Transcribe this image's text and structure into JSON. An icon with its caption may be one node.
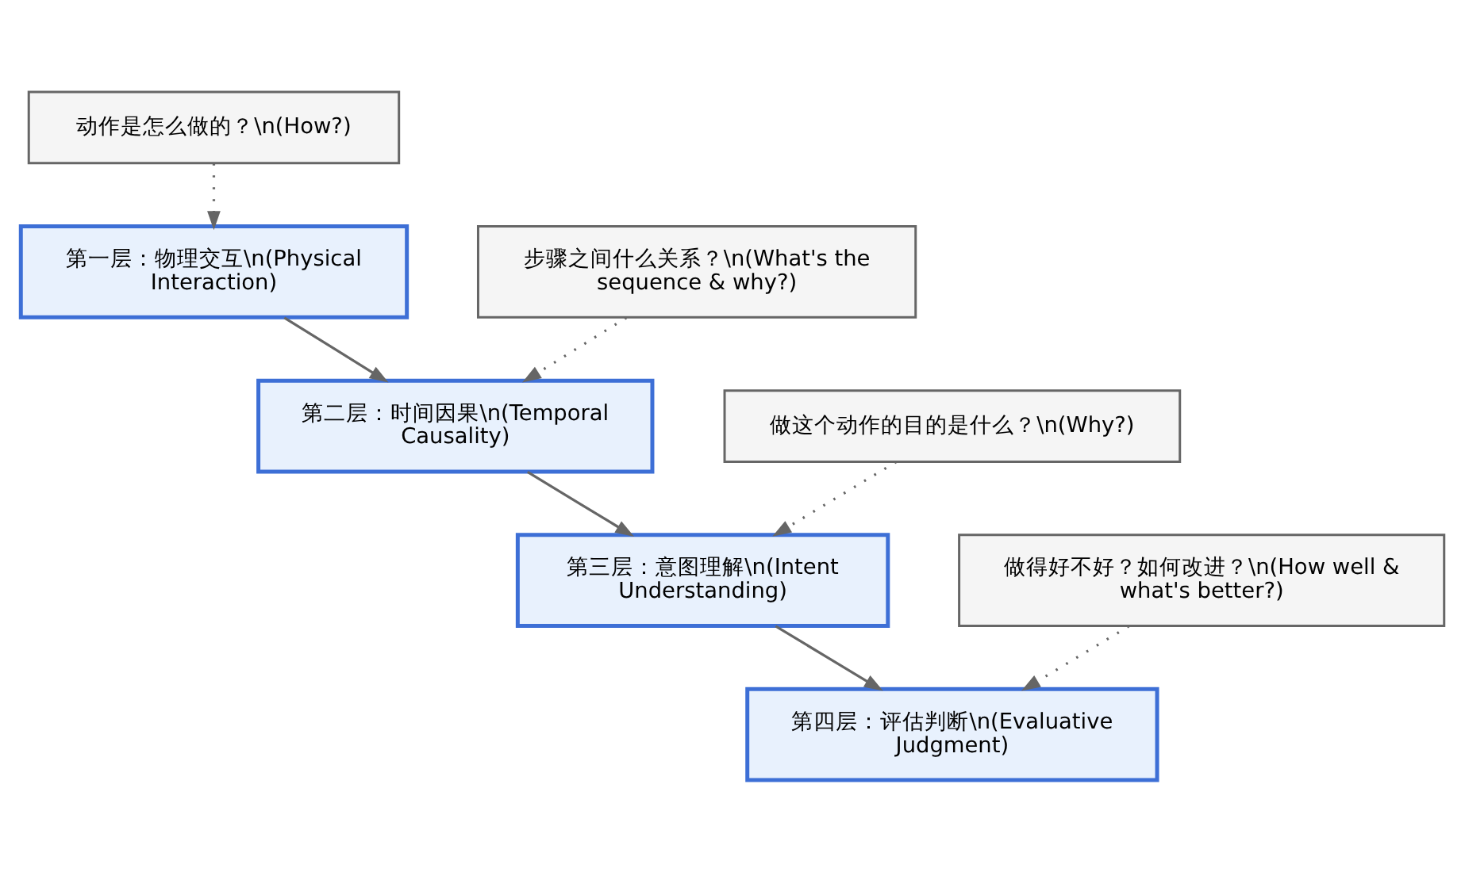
{
  "diagram": {
    "nodes": [
      {
        "text": [
          "动作是怎么做的？\\n(How?)"
        ]
      },
      {
        "text": [
          "第一层：物理交互\\n(Physical Interaction)"
        ]
      },
      {
        "text": [
          "步骤之间什么关系？\\n(What's the sequence & why?)"
        ]
      },
      {
        "text": [
          "第二层：时间因果\\n(Temporal Causality)"
        ]
      },
      {
        "text": [
          "做这个动作的目的是什么？\\n(Why?)"
        ]
      },
      {
        "text": [
          "第三层：意图理解\\n(Intent Understanding)"
        ]
      },
      {
        "text": [
          "做得好不好？如何改进？\\n(How well & what's better?)"
        ]
      },
      {
        "text": [
          "第四层：评估判断\\n(Evaluative Judgment)"
        ]
      }
    ],
    "edges": [
      {
        "from": 0,
        "to": 1,
        "arrow": "to",
        "style": "dashed"
      },
      {
        "from": 1,
        "to": 3,
        "arrow": "to"
      },
      {
        "from": 2,
        "to": 3,
        "arrow": "to",
        "style": "dashed"
      },
      {
        "from": 3,
        "to": 5,
        "arrow": "to"
      },
      {
        "from": 4,
        "to": 5,
        "arrow": "to",
        "style": "dashed"
      },
      {
        "from": 5,
        "to": 7,
        "arrow": "to"
      },
      {
        "from": 6,
        "to": 7,
        "arrow": "to",
        "style": "dashed"
      }
    ]
  }
}
